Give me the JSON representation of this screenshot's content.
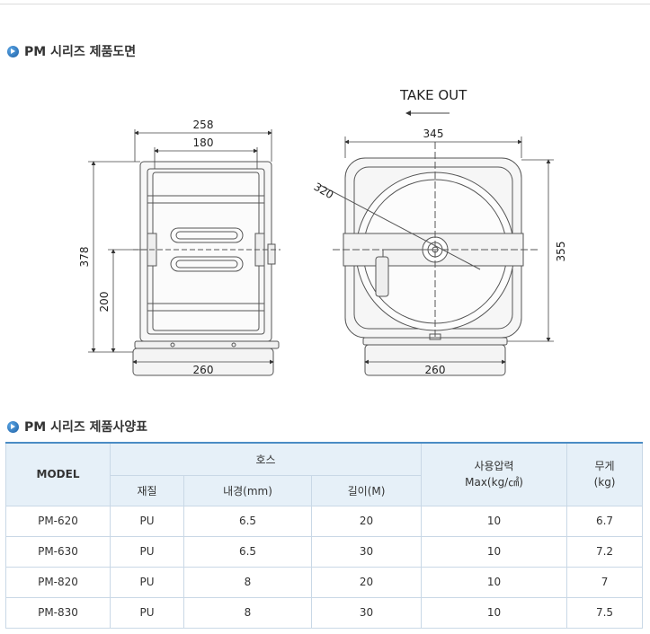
{
  "section1": {
    "title": "PM 시리즈 제품도면"
  },
  "section2": {
    "title": "PM 시리즈 제품사양표"
  },
  "drawing": {
    "take_out": "TAKE OUT",
    "left_view": {
      "width_top": "258",
      "width_inner": "180",
      "height_total": "378",
      "height_axis": "200",
      "base_width": "260"
    },
    "right_view": {
      "width_top": "345",
      "height": "355",
      "radius": "320",
      "base_width": "260"
    }
  },
  "table": {
    "headers": {
      "model": "MODEL",
      "hose": "호스",
      "material": "재질",
      "inner_diameter": "내경(mm)",
      "length": "길이(M)",
      "pressure_line1": "사용압력",
      "pressure_line2": "Max(kg/㎠)",
      "weight_line1": "무게",
      "weight_line2": "(kg)"
    },
    "rows": [
      {
        "model": "PM-620",
        "material": "PU",
        "inner": "6.5",
        "length": "20",
        "pressure": "10",
        "weight": "6.7"
      },
      {
        "model": "PM-630",
        "material": "PU",
        "inner": "6.5",
        "length": "30",
        "pressure": "10",
        "weight": "7.2"
      },
      {
        "model": "PM-820",
        "material": "PU",
        "inner": "8",
        "length": "20",
        "pressure": "10",
        "weight": "7"
      },
      {
        "model": "PM-830",
        "material": "PU",
        "inner": "8",
        "length": "30",
        "pressure": "10",
        "weight": "7.5"
      }
    ]
  }
}
